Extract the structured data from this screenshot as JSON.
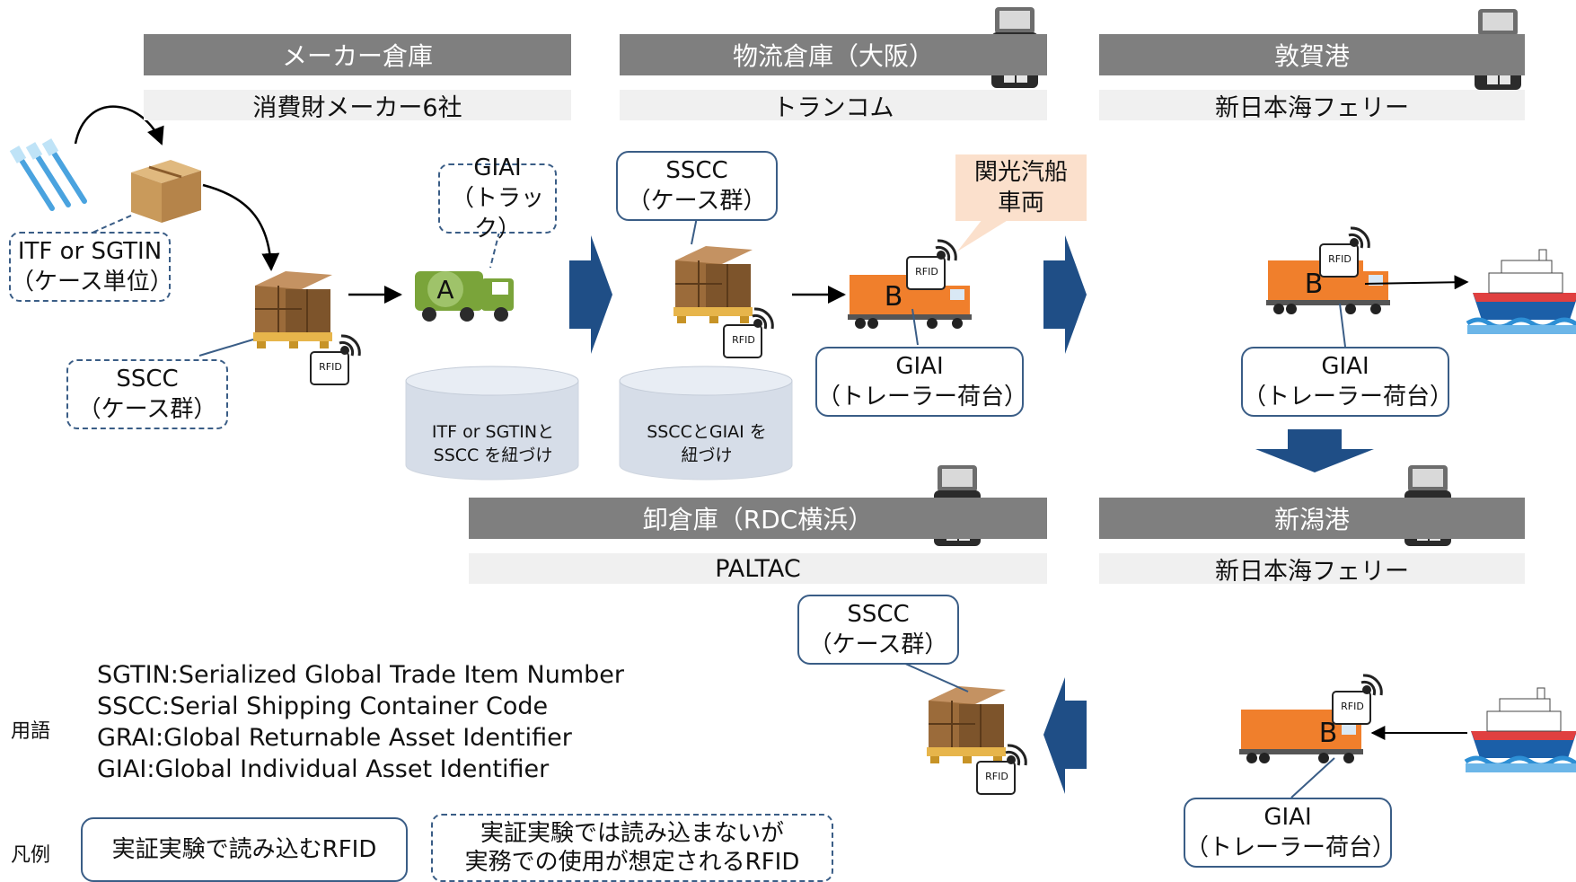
{
  "locations": [
    {
      "id": "maker",
      "title": "メーカー倉庫",
      "company": "消費財メーカー6社"
    },
    {
      "id": "osaka",
      "title": "物流倉庫（大阪）",
      "company": "トランコム"
    },
    {
      "id": "tsuruga",
      "title": "敦賀港",
      "company": "新日本海フェリー"
    },
    {
      "id": "rdc",
      "title": "卸倉庫（RDC横浜）",
      "company": "PALTAC"
    },
    {
      "id": "niigata",
      "title": "新潟港",
      "company": "新日本海フェリー"
    }
  ],
  "tags": {
    "itf": {
      "line1": "ITF or SGTIN",
      "line2": "（ケース単位）"
    },
    "sscc_maker": {
      "line1": "SSCC",
      "line2": "（ケース群）"
    },
    "giai_truck": {
      "line1": "GIAI",
      "line2": "（トラック）"
    },
    "sscc_osaka": {
      "line1": "SSCC",
      "line2": "（ケース群）"
    },
    "kanko": {
      "line1": "関光汽船",
      "line2": "車両"
    },
    "giai_trailer_osaka": {
      "line1": "GIAI",
      "line2": "（トレーラー荷台）"
    },
    "giai_trailer_tsuruga": {
      "line1": "GIAI",
      "line2": "（トレーラー荷台）"
    },
    "sscc_rdc": {
      "line1": "SSCC",
      "line2": "（ケース群）"
    },
    "giai_trailer_niigata": {
      "line1": "GIAI",
      "line2": "（トレーラー荷台）"
    }
  },
  "databases": [
    {
      "line1": "ITF or SGTINと",
      "line2": "SSCC を紐づけ"
    },
    {
      "line1": "SSCCとGIAI を",
      "line2": "紐づけ"
    }
  ],
  "vehicle_labels": {
    "truck_a": "A",
    "trailer_b": "B"
  },
  "rfid_label": "RFID",
  "glossary": {
    "label": "用語",
    "terms": [
      {
        "abbr": "SGTIN",
        "meaning": "Serialized Global Trade Item Number"
      },
      {
        "abbr": "SSCC",
        "meaning": "Serial Shipping Container Code"
      },
      {
        "abbr": "GRAI",
        "meaning": "Global Returnable Asset Identifier"
      },
      {
        "abbr": "GIAI",
        "meaning": "Global Individual Asset Identifier"
      }
    ]
  },
  "legend": {
    "label": "凡例",
    "solid": "実証実験で読み込むRFID",
    "dashed_line1": "実証実験では読み込まないが",
    "dashed_line2": "実務での使用が想定されるRFID"
  },
  "colors": {
    "header_bg": "#7f7f7f",
    "subheader_bg": "#f0f0f0",
    "border_blue": "#3a5d86",
    "flow_arrow": "#1f4e86",
    "trailer_orange": "#f07f2c",
    "truck_green": "#7aa43a",
    "cardboard": "#c99a5b",
    "kanko_bg": "#fbe0cc"
  }
}
